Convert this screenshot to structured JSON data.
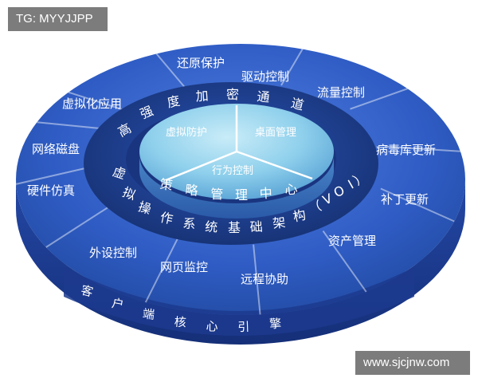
{
  "watermarks": {
    "top_left": "TG: MYYJJPP",
    "bottom_right": "www.sjcjnw.com"
  },
  "outer_ring": {
    "segments": [
      "还原保护",
      "驱动控制",
      "流量控制",
      "病毒库更新",
      "补丁更新",
      "资产管理",
      "远程协助",
      "网页监控",
      "外设控制",
      "硬件仿真",
      "网络磁盘",
      "虚拟化应用"
    ],
    "bottom_band": "客户端核心引擎"
  },
  "middle_ring": {
    "top_arc": "高强度加密通道",
    "bottom_arc": "虚拟操作系统基础架构（VOI）",
    "center_band": "策略管理中心"
  },
  "inner_disk": {
    "sections": [
      "虚拟防护",
      "桌面管理",
      "行为控制"
    ]
  },
  "colors": {
    "outer_face": "#2f5cc4",
    "outer_side": "#1e3f9a",
    "middle_ring": "#1d3c8f",
    "inner_disk": "#8fd0ec"
  }
}
